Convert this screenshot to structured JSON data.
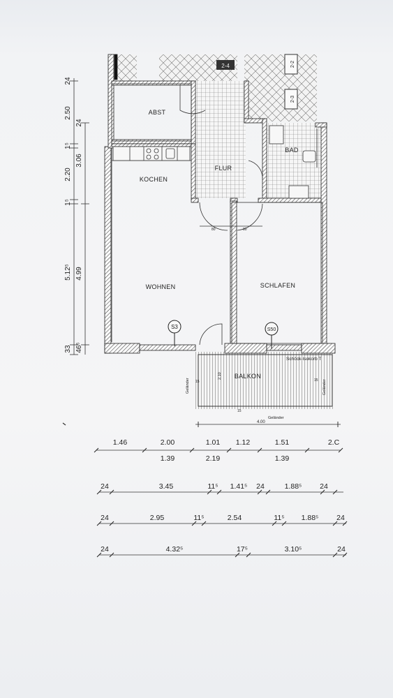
{
  "rooms": {
    "abst": "ABST",
    "flur": "FLUR",
    "bad": "BAD",
    "kochen": "KOCHEN",
    "wohnen": "WOHNEN",
    "schlafen": "SCHLAFEN",
    "balkon": "BALKON"
  },
  "symbols": {
    "s3": "S3",
    "s50": "S50",
    "box_top": "2-4",
    "box_right_1": "2-2",
    "box_right_2": "2-3"
  },
  "annotations": {
    "schoeck": "Schöck-Isokorb T",
    "gelaender_bottom": "Geländer",
    "gelaender_left": "Geländer",
    "gelaender_right": "Geländer",
    "balkon_depth": "2.10",
    "balkon_width": "4.00",
    "balkon_side_l": "15",
    "balkon_side_r": "15",
    "balkon_bottom": "15",
    "door_l": "80",
    "door_r": "80"
  },
  "vertical_dims": {
    "outer": [
      "24",
      "2.50",
      "1⁵",
      "2.20",
      "1⁵",
      "5.12⁵",
      "33"
    ],
    "inner": [
      "24",
      "3.06",
      "4.99",
      "46⁵"
    ]
  },
  "horizontal_dims": {
    "row1_top": [
      "1.46",
      "2.00",
      "1.01",
      "1.12",
      "1.51",
      "2.C"
    ],
    "row1_bottom": [
      "1.39",
      "2.19",
      "1.39"
    ],
    "row2": [
      "24",
      "3.45",
      "11⁵",
      "1.41⁵",
      "24",
      "1.88⁵",
      "24"
    ],
    "row3": [
      "24",
      "2.95",
      "11⁵",
      "2.54",
      "11⁵",
      "1.88⁵",
      "24"
    ],
    "row4": [
      "24",
      "4.32⁵",
      "17⁵",
      "3.10⁵",
      "24"
    ]
  },
  "colors": {
    "ink": "#2a2a2a",
    "tile": "#7d7d7d",
    "paper": "#f4f4f5"
  }
}
